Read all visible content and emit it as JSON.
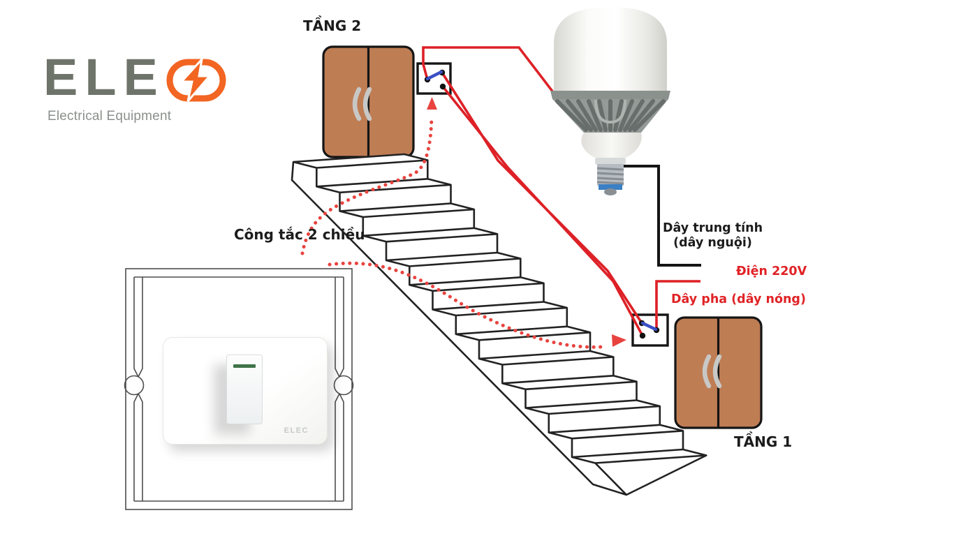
{
  "page": {
    "background": "#ffffff"
  },
  "logo": {
    "wordmark": "ELE",
    "icon": "lightning-bolt-ring-icon",
    "subtitle": "Electrical Equipment",
    "accent_color": "#f26522",
    "text_color": "#6f746b"
  },
  "labels": {
    "floor2": "TẦNG 2",
    "floor1": "TẦNG 1",
    "two_way_switch": "Công tắc 2 chiều",
    "neutral_line1": "Dây trung tính",
    "neutral_line2": "(dây nguội)",
    "voltage": "Điện 220V",
    "phase": "Dây pha (dây nóng)"
  },
  "product": {
    "brand": "ELEC"
  },
  "colors": {
    "wire_live": "#dd2127",
    "wire_neutral": "#141414",
    "switch_lever": "#3a4fc4",
    "door": "#bf7d54",
    "arrow": "#e8433f",
    "label_red": "#e02327",
    "label_black": "#1c1c1c"
  },
  "diagram": {
    "steps": 13
  }
}
